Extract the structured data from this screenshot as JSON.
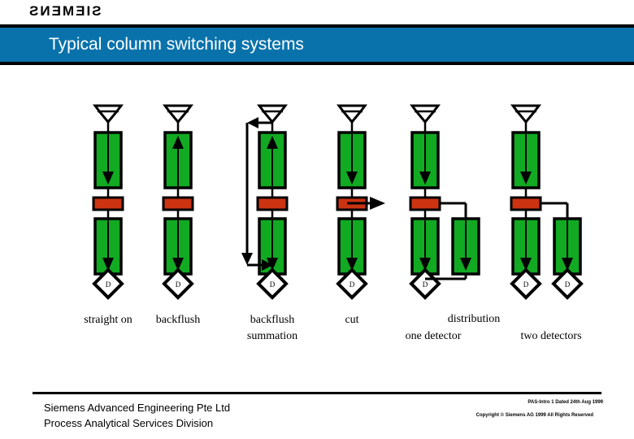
{
  "brand": {
    "logo_text": "SIEMENS",
    "logo_mirrored": true
  },
  "banner": {
    "title": "Typical column switching systems",
    "background_color": "#0a72ab",
    "text_color": "#ffffff",
    "border_color": "#000000"
  },
  "colors": {
    "column_green": "#11aa22",
    "valve_red": "#cc3311",
    "line_black": "#000000",
    "page_white": "#ffffff"
  },
  "diagram": {
    "detector_symbol_label": "D",
    "systems": [
      {
        "id": "straight-on",
        "label": "straight on",
        "upper_column_flow": "down",
        "lower_column_flow": "down",
        "extra_path": "none",
        "detectors": 1,
        "side_columns": 0
      },
      {
        "id": "backflush",
        "label": "backflush",
        "upper_column_flow": "up",
        "lower_column_flow": "down",
        "extra_path": "none",
        "detectors": 1,
        "side_columns": 0
      },
      {
        "id": "backflush-summation",
        "label": "backflush summation",
        "label_line1": "backflush",
        "label_line2": "summation",
        "upper_column_flow": "up",
        "lower_column_flow": "down",
        "extra_path": "external-loop-left",
        "detectors": 1,
        "side_columns": 0
      },
      {
        "id": "cut",
        "label": "cut",
        "upper_column_flow": "down",
        "lower_column_flow": "down",
        "extra_path": "vent-arrow-right",
        "detectors": 1,
        "side_columns": 0
      },
      {
        "id": "distribution-one-detector",
        "label": "one detector",
        "group_label": "distribution",
        "upper_column_flow": "down",
        "lower_column_flow": "down",
        "extra_path": "split-to-parallel-column-merge",
        "detectors": 1,
        "side_columns": 1
      },
      {
        "id": "distribution-two-detectors",
        "label": "two detectors",
        "group_label": "distribution",
        "upper_column_flow": "down",
        "lower_column_flow": "down",
        "extra_path": "split-to-parallel-column-separate",
        "detectors": 2,
        "side_columns": 1
      }
    ],
    "group_label": "distribution"
  },
  "footer": {
    "company_line1": "Siemens Advanced Engineering Pte Ltd",
    "company_line2": "Process Analytical Services Division",
    "doc_ref": "PAS-Intro 1    Dated 24th Aug 1999",
    "copyright": "Copyright ©  Siemens AG 1999 All Rights Reserved"
  }
}
